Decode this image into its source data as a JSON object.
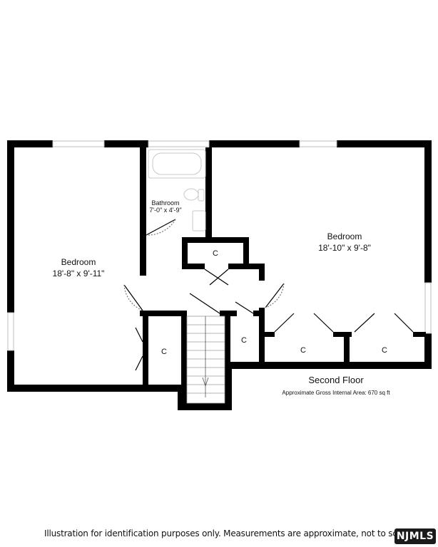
{
  "rooms": {
    "bedroom_left": {
      "name": "Bedroom",
      "dims": "18'-8\" x 9'-11\""
    },
    "bedroom_right": {
      "name": "Bedroom",
      "dims": "18'-10\" x 9'-8\""
    },
    "bathroom": {
      "name": "Bathroom",
      "dims": "7'-0\" x 4'-9\""
    },
    "closets": [
      "C",
      "C",
      "C",
      "C",
      "C"
    ]
  },
  "floor": {
    "title": "Second Floor",
    "area": "Approximate Gross Internal Area: 670 sq ft"
  },
  "footer": {
    "disclaimer": "Illustration for identification purposes only. Measurements are approximate, not to scale.",
    "brand": "NJMLS"
  },
  "colors": {
    "wall": "#000000",
    "fixture": "#c8c8c8",
    "background": "#ffffff"
  }
}
